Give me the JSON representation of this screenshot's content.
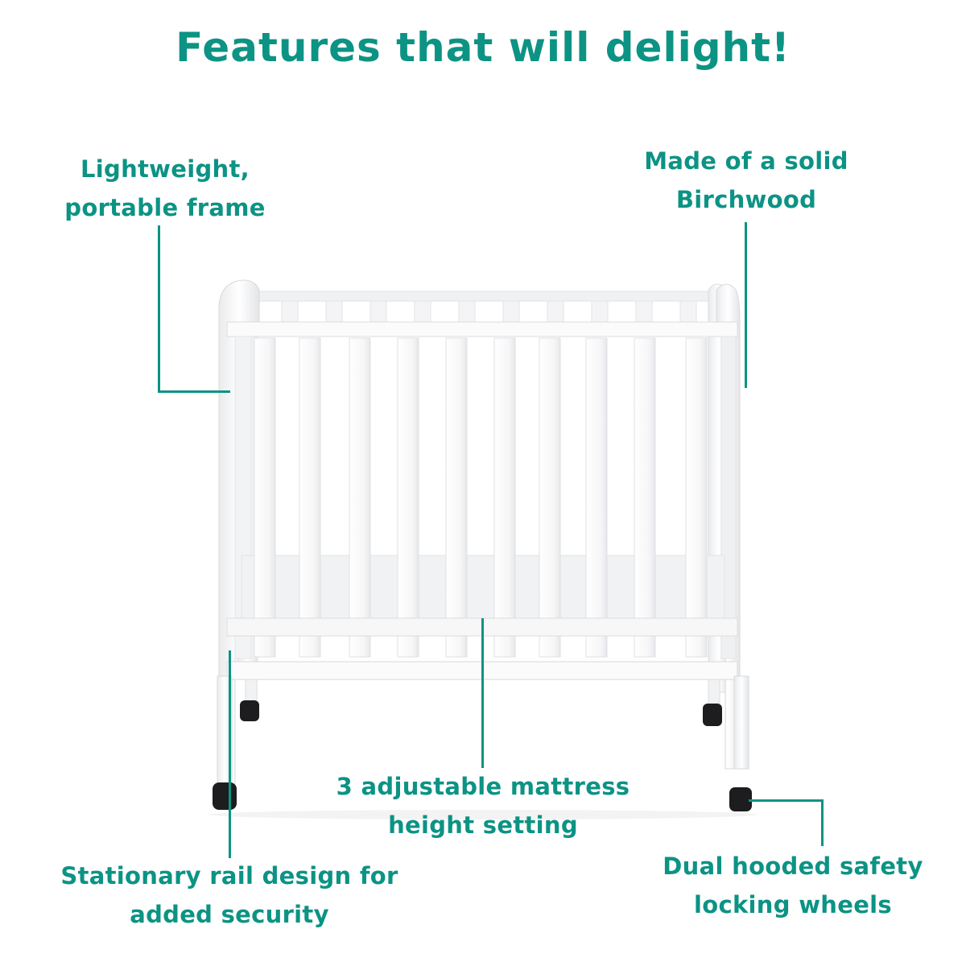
{
  "heading": "Features that will delight!",
  "accent_color": "#0c9384",
  "callouts": {
    "frame": [
      "Lightweight,",
      "portable frame"
    ],
    "birchwood": [
      "Made of a solid",
      "Birchwood"
    ],
    "mattress": [
      "3 adjustable mattress",
      "height setting"
    ],
    "rail": [
      "Stationary rail design for",
      "added security"
    ],
    "wheels": [
      "Dual hooded safety",
      "locking wheels"
    ]
  },
  "product": {
    "name": "mini crib",
    "color": "white"
  }
}
